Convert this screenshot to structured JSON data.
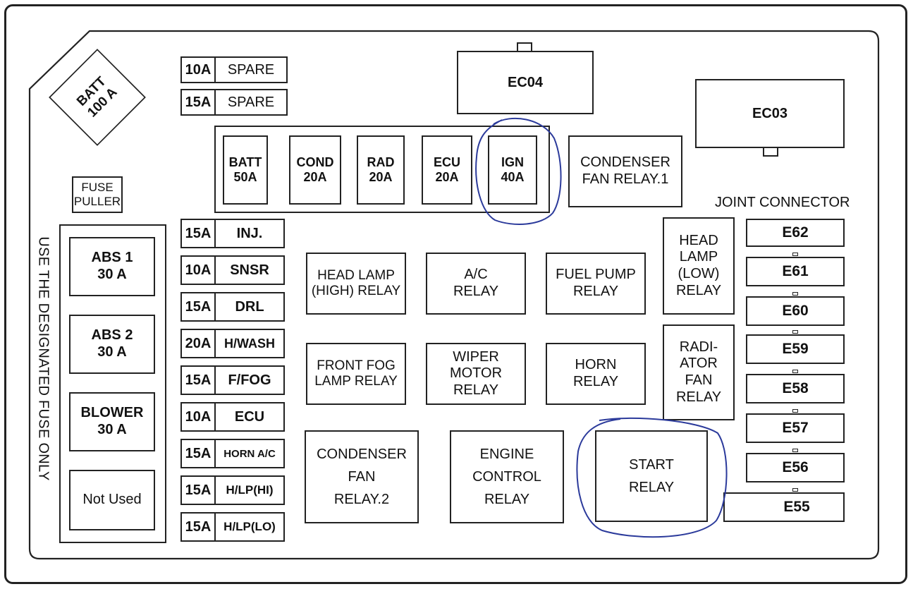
{
  "batt_main": {
    "line1": "BATT",
    "line2": "100 A"
  },
  "fuse_puller": "FUSE\nPULLER",
  "side_note": "USE THE DESIGNATED FUSE ONLY",
  "big_fuses": [
    {
      "label": "ABS 1\n30 A"
    },
    {
      "label": "ABS 2\n30 A"
    },
    {
      "label": "BLOWER\n30 A"
    },
    {
      "label": "Not Used"
    }
  ],
  "spare_fuses": [
    {
      "amp": "10A",
      "name": "SPARE"
    },
    {
      "amp": "15A",
      "name": "SPARE"
    }
  ],
  "fusible_links": [
    {
      "label": "BATT\n50A"
    },
    {
      "label": "COND\n20A"
    },
    {
      "label": "RAD\n20A"
    },
    {
      "label": "ECU\n20A"
    },
    {
      "label": "IGN\n40A"
    }
  ],
  "mini_fuses": [
    {
      "amp": "15A",
      "name": "INJ."
    },
    {
      "amp": "10A",
      "name": "SNSR"
    },
    {
      "amp": "15A",
      "name": "DRL"
    },
    {
      "amp": "20A",
      "name": "H/WASH"
    },
    {
      "amp": "15A",
      "name": "F/FOG"
    },
    {
      "amp": "10A",
      "name": "ECU"
    },
    {
      "amp": "15A",
      "name": "HORN A/C"
    },
    {
      "amp": "15A",
      "name": "H/LP(HI)"
    },
    {
      "amp": "15A",
      "name": "H/LP(LO)"
    }
  ],
  "connectors": {
    "ec04": "EC04",
    "ec03": "EC03"
  },
  "relays": {
    "condenser_fan_1": "CONDENSER\nFAN RELAY.1",
    "head_lamp_high": "HEAD LAMP\n(HIGH) RELAY",
    "ac": "A/C\nRELAY",
    "fuel_pump": "FUEL PUMP\nRELAY",
    "head_lamp_low": "HEAD\nLAMP\n(LOW)\nRELAY",
    "front_fog": "FRONT FOG\nLAMP RELAY",
    "wiper_motor": "WIPER\nMOTOR\nRELAY",
    "horn": "HORN\nRELAY",
    "radiator_fan": "RADI-\nATOR\nFAN\nRELAY",
    "condenser_fan_2": "CONDENSER\nFAN\nRELAY.2",
    "engine_control": "ENGINE\nCONTROL\nRELAY",
    "start": "START\nRELAY"
  },
  "joint_connector": {
    "title": "JOINT CONNECTOR",
    "items": [
      "E62",
      "E61",
      "E60",
      "E59",
      "E58",
      "E57",
      "E56",
      "E55"
    ]
  },
  "annotation_color": "#2b3a9b"
}
